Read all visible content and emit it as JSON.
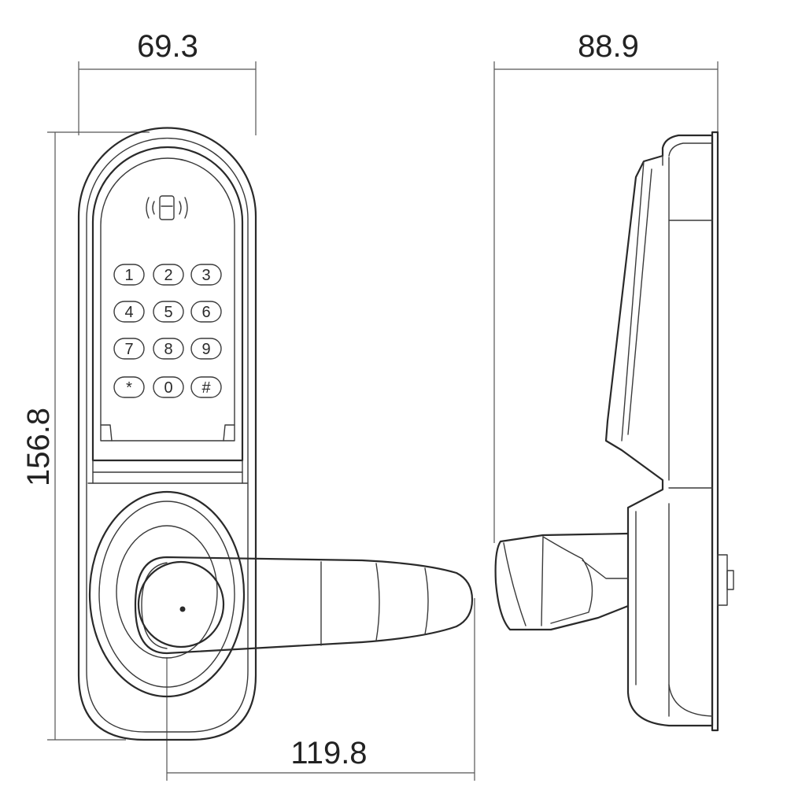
{
  "dimensions": {
    "front_width": "69.3",
    "side_depth": "88.9",
    "height": "156.8",
    "lever_length": "119.8"
  },
  "keypad": {
    "keys": [
      "1",
      "2",
      "3",
      "4",
      "5",
      "6",
      "7",
      "8",
      "9",
      "*",
      "0",
      "#"
    ]
  },
  "icons": {
    "rfid": "rfid-card-reader-icon"
  },
  "colors": {
    "line": "#2a2a2a",
    "background": "#ffffff"
  }
}
